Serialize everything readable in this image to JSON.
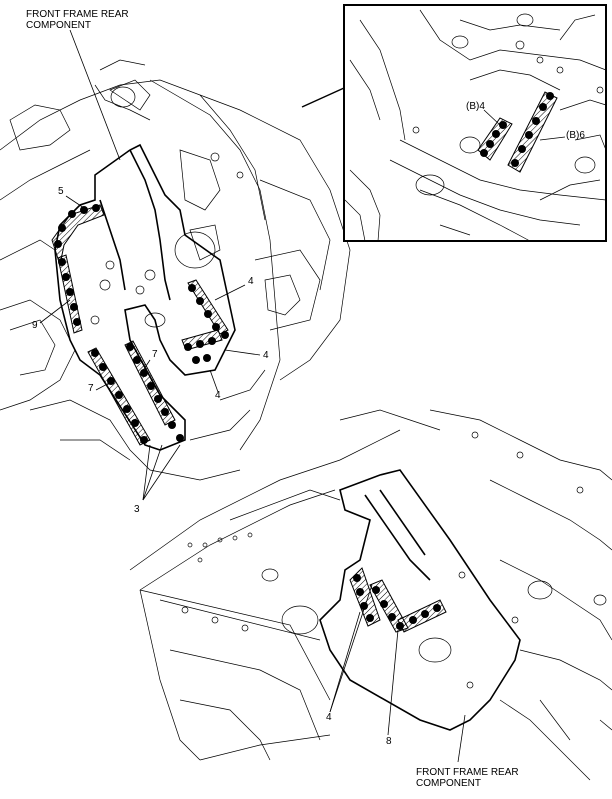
{
  "labels": {
    "top_component": [
      "FRONT FRAME REAR",
      "COMPONENT"
    ],
    "bottom_component": [
      "FRONT FRAME REAR",
      "COMPONENT"
    ],
    "callouts_top": [
      "5",
      "9",
      "7",
      "7",
      "4",
      "4",
      "4",
      "3"
    ],
    "callouts_bottom": [
      "4",
      "8"
    ],
    "inset_callouts": [
      "(B)4",
      "(B)6"
    ]
  },
  "colors": {
    "line": "#000000",
    "background": "#ffffff",
    "weld_fill": "#000000"
  }
}
